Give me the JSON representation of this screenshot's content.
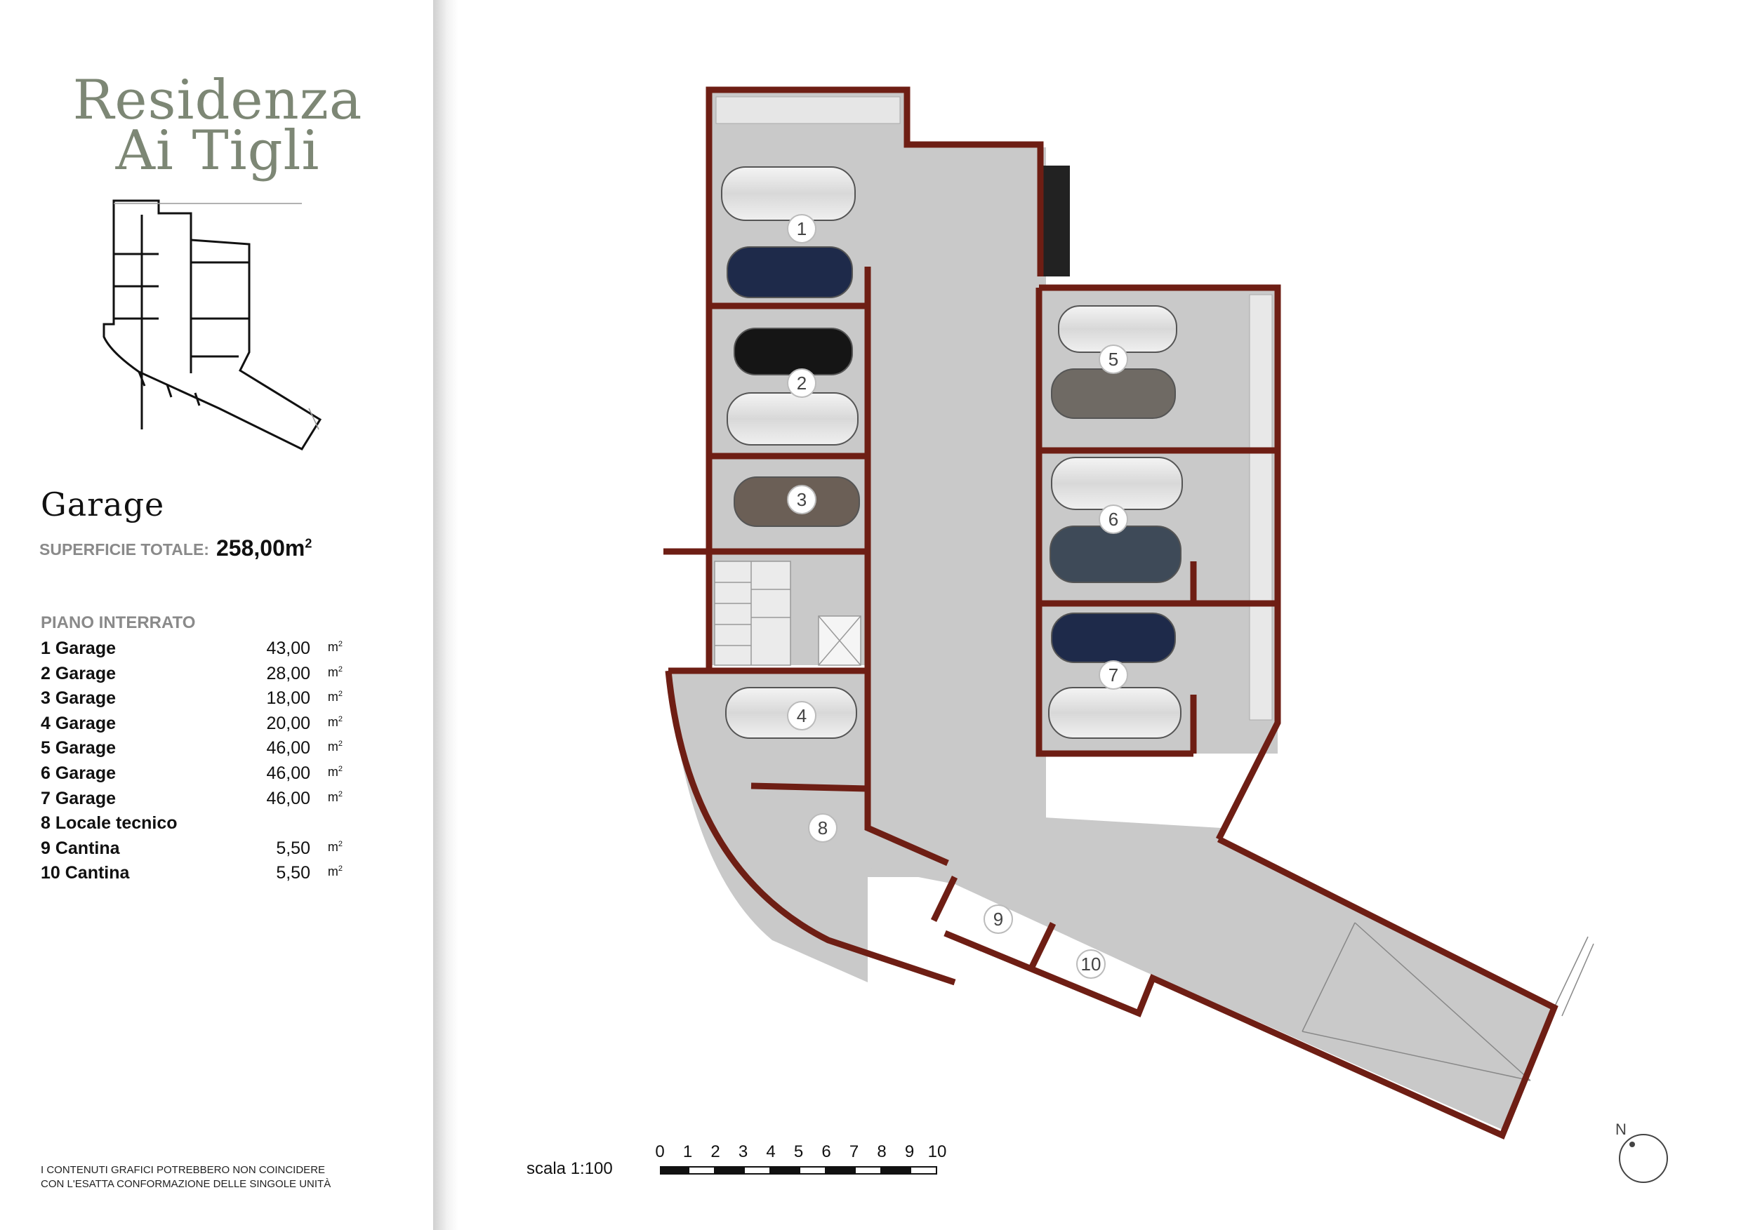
{
  "brand": {
    "line1": "Residenza",
    "line2": "Ai Tigli"
  },
  "section_title": "Garage",
  "total": {
    "label": "SUPERFICIE TOTALE:",
    "value": "258,00m",
    "sup": "2"
  },
  "floor_label": "PIANO INTERRATO",
  "unit_symbol": "m",
  "unit_sup": "2",
  "rooms": [
    {
      "name": "1 Garage",
      "area": "43,00"
    },
    {
      "name": "2 Garage",
      "area": "28,00"
    },
    {
      "name": "3 Garage",
      "area": "18,00"
    },
    {
      "name": "4 Garage",
      "area": "20,00"
    },
    {
      "name": "5 Garage",
      "area": "46,00"
    },
    {
      "name": "6 Garage",
      "area": "46,00"
    },
    {
      "name": "7 Garage",
      "area": "46,00"
    },
    {
      "name": "8 Locale tecnico",
      "area": ""
    },
    {
      "name": "9 Cantina",
      "area": "5,50"
    },
    {
      "name": "10 Cantina",
      "area": "5,50"
    }
  ],
  "disclaimer": {
    "line1": "I contenuti grafici potrebbero non coincidere",
    "line2": "con l'esatta conformazione delle singole unità"
  },
  "scale": {
    "label": "scala 1:100",
    "ticks": [
      "0",
      "1",
      "2",
      "3",
      "4",
      "5",
      "6",
      "7",
      "8",
      "9",
      "10"
    ]
  },
  "north": "N",
  "plan_labels": [
    "1",
    "2",
    "3",
    "4",
    "5",
    "6",
    "7",
    "8",
    "9",
    "10"
  ],
  "colors": {
    "wall": "#6e1e14",
    "floor": "#c9c9c9",
    "brand": "#7d8775"
  }
}
